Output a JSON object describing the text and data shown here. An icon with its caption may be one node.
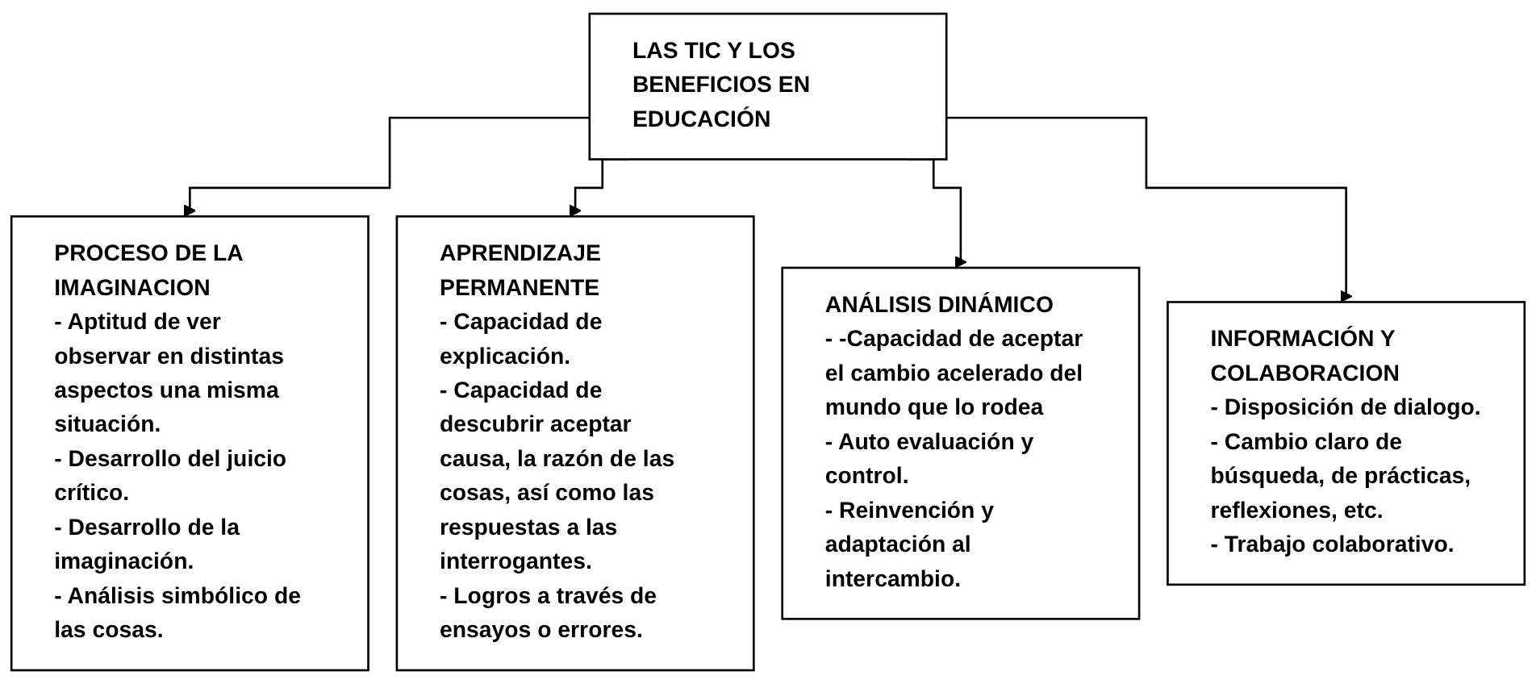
{
  "diagram": {
    "nodes": [
      {
        "text": [
          "LAS TIC Y LOS BENEFICIOS EN EDUCACIÓN"
        ]
      },
      {
        "text": [
          "PROCESO DE LA IMAGINACION",
          "- Aptitud de ver observar en distintas aspectos una misma situación.",
          "- Desarrollo del juicio crítico.",
          "- Desarrollo de la imaginación.",
          "- Análisis simbólico de las cosas."
        ]
      },
      {
        "text": [
          "APRENDIZAJE PERMANENTE",
          "- Capacidad de explicación.",
          "- Capacidad de descubrir aceptar causa, la razón de las cosas, así como las respuestas a las interrogantes.",
          "- Logros a través de ensayos o errores."
        ]
      },
      {
        "text": [
          "ANÁLISIS DINÁMICO",
          "- -Capacidad de aceptar el cambio acelerado del mundo que lo rodea",
          "- Auto evaluación y control.",
          "- Reinvención y adaptación al intercambio."
        ]
      },
      {
        "text": [
          "INFORMACIÓN Y COLABORACION",
          "- Disposición de dialogo.",
          "- Cambio claro de búsqueda, de prácticas, reflexiones, etc.",
          "- Trabajo colaborativo."
        ]
      }
    ],
    "edges": [
      {
        "from": 0,
        "to": 1,
        "arrow": "to"
      },
      {
        "from": 0,
        "to": 2,
        "arrow": "to"
      },
      {
        "from": 0,
        "to": 3,
        "arrow": "to"
      },
      {
        "from": 0,
        "to": 4,
        "arrow": "to"
      }
    ]
  }
}
